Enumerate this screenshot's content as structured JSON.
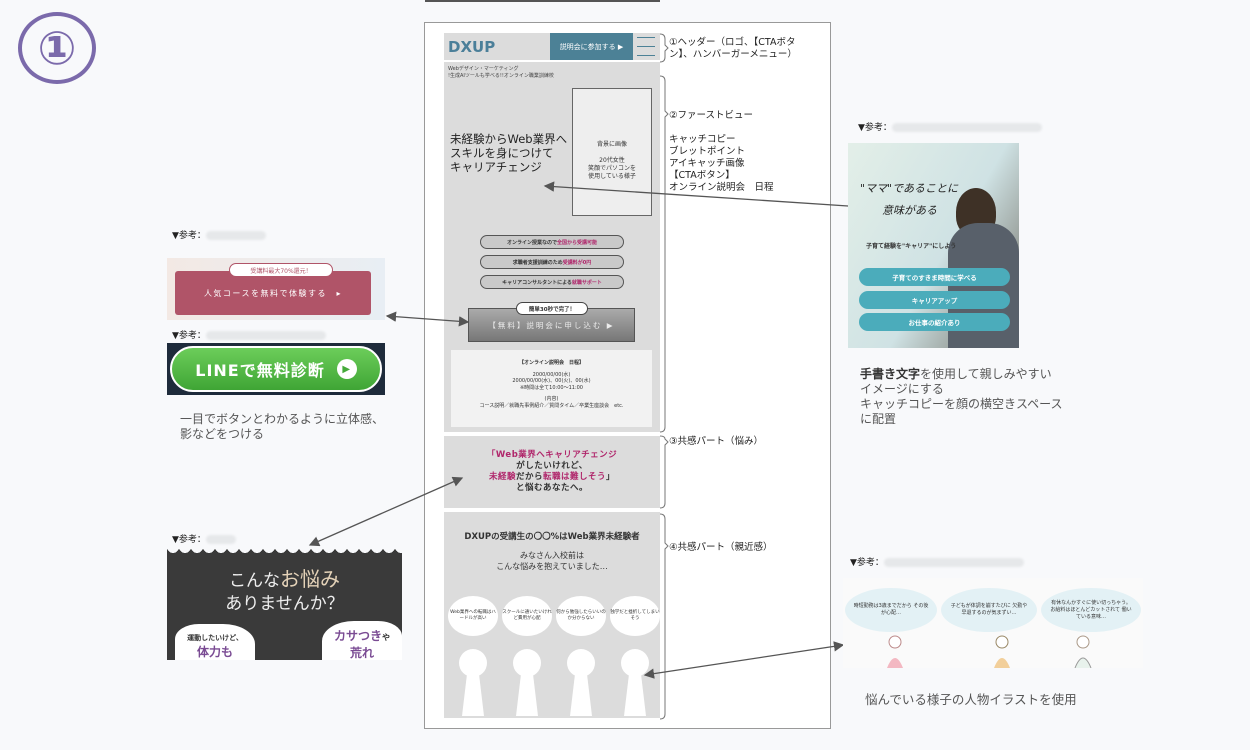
{
  "page_number": "①",
  "mock": {
    "header": {
      "logo": "DXUP",
      "cta_label": "説明会に参加する ▶"
    },
    "fv": {
      "tagline_1": "Webデザイン・マーケティング",
      "tagline_2": "!生成AIツールも学べる!!オンライン職業訓練校",
      "catch_1": "未経験からWeb業界へ",
      "catch_2": "スキルを身につけて",
      "catch_3": "キャリアチェンジ",
      "image_note_1": "背景に画像",
      "image_note_2": "20代女性",
      "image_note_3": "笑顔でパソコンを",
      "image_note_4": "使用している様子",
      "bullets": [
        {
          "text": "オンライン授業なので",
          "accent": "全国から受講可能"
        },
        {
          "text": "求職者支援訓練のため",
          "accent": "受講料が0円"
        },
        {
          "text": "キャリアコンサルタントによる",
          "accent": "就職サポート"
        }
      ],
      "apply_badge": "簡単30秒で完了！",
      "apply_label": "【無料】説明会に申し込む ▶",
      "schedule": {
        "title": "【オンライン説明会　日程】",
        "line1": "2000/00/00(水)",
        "line2": "2000/00/00(水)、00(火)、00(水)",
        "line3": "※時間は全て10:00〜11:00",
        "content_label": "(内容)",
        "content": "コース説明／就職先事例紹介／質問タイム／卒業生座談会　etc."
      }
    },
    "empathy1": {
      "l1a": "「Web業界へ",
      "l1b": "キャリアチェンジ",
      "l2": "がしたいけれど、",
      "l3a": "未経験",
      "l3b": "だから",
      "l3c": "転職は難しそう",
      "l3d": "」",
      "l4": "と悩むあなたへ。"
    },
    "empathy2": {
      "title": "DXUPの受講生の〇〇%はWeb業界未経験者",
      "sub1": "みなさん入校前は",
      "sub2": "こんな悩みを抱えていました…",
      "bubbles": [
        "Web業界への転職はハードルが高い",
        "スクールに通いたいけれど費用が心配",
        "何から勉強したらいいのか分からない",
        "独学だと挫折してしまいそう"
      ]
    }
  },
  "annotations": {
    "header": [
      "①ヘッダー（ロゴ、【CTAボタ",
      "ン】、ハンバーガーメニュー）"
    ],
    "fv_title": "②ファーストビュー",
    "fv_items": [
      "キャッチコピー",
      "ブレットポイント",
      "アイキャッチ画像",
      "【CTAボタン】",
      "オンライン説明会　日程"
    ],
    "empathy1": "③共感パート（悩み）",
    "empathy2": "④共感パート（親近感）"
  },
  "references": {
    "label": "▼参考：",
    "ref_button1": {
      "badge": "受講料最大70%還元！",
      "label": "人気コースを無料で体験する　▸"
    },
    "ref_button2": {
      "label": "LINEで無料診断"
    },
    "left_caption": [
      "一目でボタンとわかるように立体感、",
      "影などをつける"
    ],
    "ref_worry": {
      "title1a": "こんな",
      "title1b": "お悩み",
      "title2": "ありませんか？",
      "left": "運動したいけど、",
      "left_accent": "体力も",
      "right_accent": "カサつき",
      "right_suffix": "や",
      "right_accent2": "荒れ"
    },
    "ref_fv": {
      "catch1": "\"ママ\"であることに",
      "catch2": "意味がある",
      "sub": "子育て経験を\"キャリア\"にしよう",
      "buttons": [
        "子育てのすきま時間に学べる",
        "キャリアアップ",
        "お仕事の紹介あり"
      ]
    },
    "right_caption": {
      "bold": "手書き文字",
      "rest": "を使用して親しみやすい",
      "l2": "イメージにする",
      "l3": "キャッチコピーを顔の横空きスペース",
      "l4": "に配置"
    },
    "ref_illust": {
      "clouds": [
        "時短勤務は3歳までだから その後が心配…",
        "子どもが体調を崩すたびに 欠勤や早退するのが気まずい…",
        "有休なんかすぐに使い切っちゃう。お給料はほとんどカットされて 働いている意味…"
      ]
    },
    "bottom_caption": "悩んでいる様子の人物イラストを使用"
  }
}
